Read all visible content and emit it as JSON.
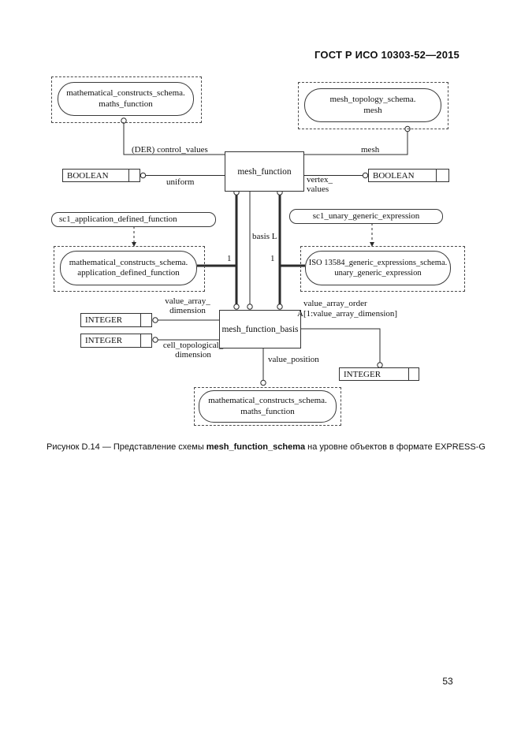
{
  "page": {
    "header": "ГОСТ Р ИСО 10303-52—2015",
    "page_number": "53",
    "caption": {
      "prefix": "Рисунок D.14 —  Представление схемы ",
      "bold": "mesh_function_schema",
      "suffix": " на уровне объектов в формате EXPRESS-G"
    }
  },
  "diagram": {
    "entities": {
      "mesh_function": "mesh_function",
      "mesh_function_basis": "mesh_function_basis"
    },
    "external_refs": {
      "top_left": {
        "line1": "mathematical_constructs_schema.",
        "line2": "maths_function"
      },
      "top_right": {
        "line1": "mesh_topology_schema.",
        "line2": "mesh"
      },
      "mid_left": {
        "line1": "mathematical_constructs_schema.",
        "line2": "application_defined_function"
      },
      "mid_right": {
        "line1": "ISO 13584_generic_expressions_schema.",
        "line2": "unary_generic_expression"
      },
      "bottom": {
        "line1": "mathematical_constructs_schema.",
        "line2": "maths_function"
      }
    },
    "interschema_refs": {
      "left": "sc1_application_defined_function",
      "right": "sc1_unary_generic_expression"
    },
    "simple_types": {
      "boolean_left": "BOOLEAN",
      "boolean_right": "BOOLEAN",
      "integer_value_array": "INTEGER",
      "integer_cell_topological": "INTEGER",
      "integer_value_array_order": "INTEGER"
    },
    "labels": {
      "control_values": "(DER) control_values",
      "mesh": "mesh",
      "uniform": "uniform",
      "vertex_values_line1": "vertex_",
      "vertex_values_line2": "values",
      "basis": "basis L",
      "one_left": "1",
      "one_right": "1",
      "value_array_dimension_line1": "value_array_",
      "value_array_dimension_line2": "dimension",
      "cell_topological_line1": "cell_topological_",
      "cell_topological_line2": "dimension",
      "value_array_order": "value_array_order",
      "value_array_order_type": "A[1:value_array_dimension]",
      "value_position": "value_position"
    }
  }
}
